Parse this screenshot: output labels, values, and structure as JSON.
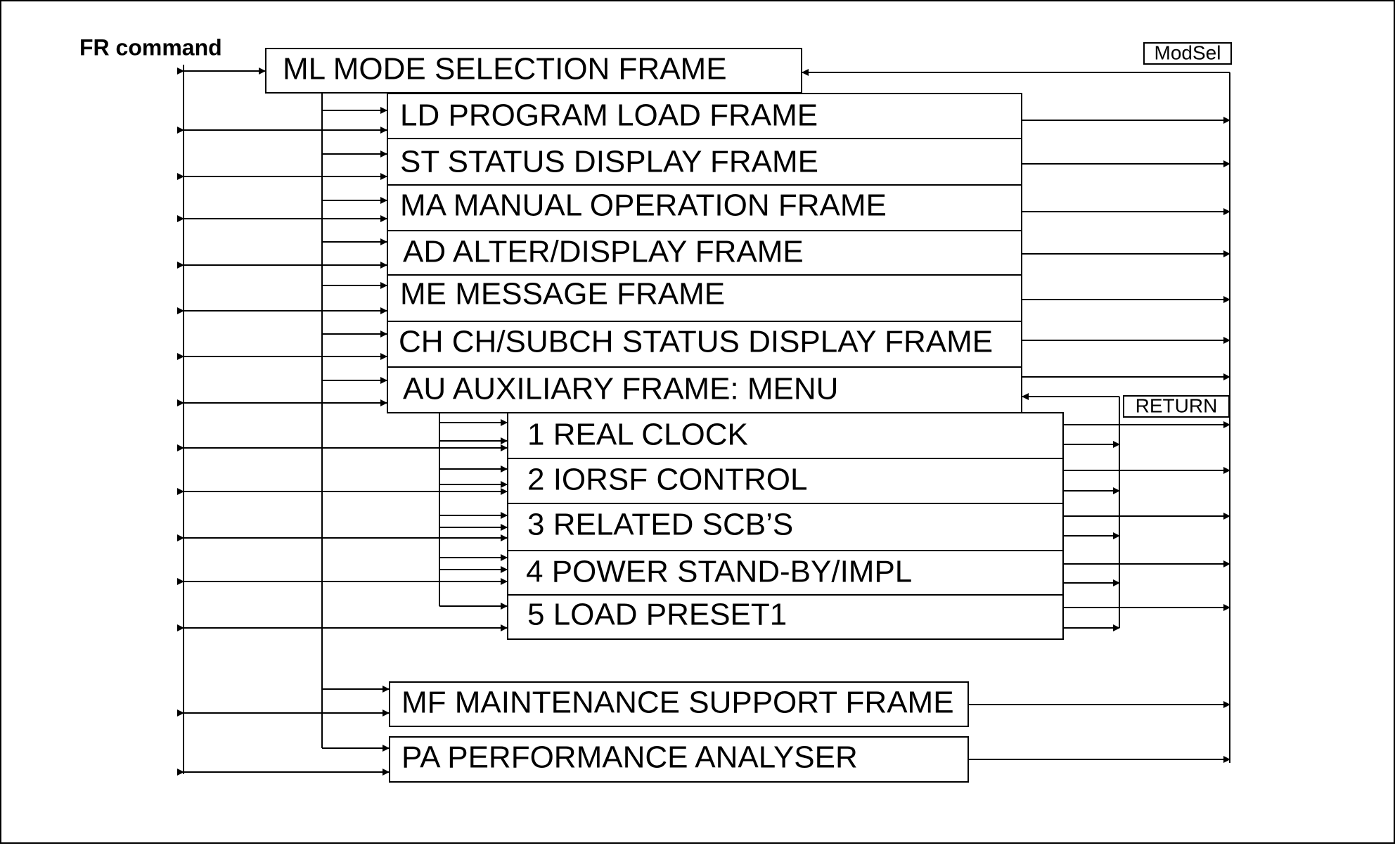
{
  "diagram": {
    "fr_command": "FR command",
    "modsel_tag": "ModSel",
    "return_tag": "RETURN",
    "ml_frame": "ML  MODE SELECTION FRAME",
    "frames": [
      "LD  PROGRAM LOAD FRAME",
      "ST  STATUS DISPLAY FRAME",
      "MA  MANUAL OPERATION FRAME",
      "AD  ALTER/DISPLAY FRAME",
      "ME  MESSAGE FRAME",
      "CH  CH/SUBCH STATUS DISPLAY FRAME",
      "AU   AUXILIARY FRAME: MENU"
    ],
    "aux_items": [
      "1  REAL CLOCK",
      "2  IORSF CONTROL",
      "3  RELATED SCB’S",
      "4  POWER STAND-BY/IMPL",
      "5  LOAD PRESET1"
    ],
    "bottom_frames": [
      "MF MAINTENANCE SUPPORT FRAME",
      "PA  PERFORMANCE ANALYSER"
    ]
  }
}
